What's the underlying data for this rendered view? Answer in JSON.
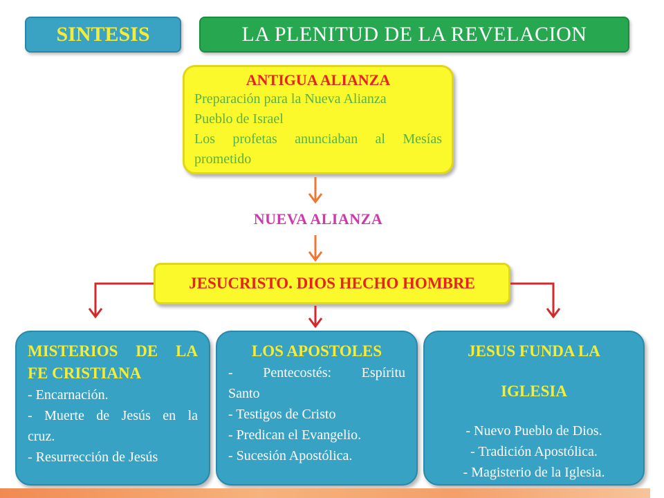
{
  "header": {
    "left_label": "SINTESIS",
    "title": "LA PLENITUD DE LA REVELACION"
  },
  "antigua_alianza": {
    "title": "ANTIGUA ALIANZA",
    "items": [
      "Preparación para la Nueva Alianza",
      "Pueblo de Israel",
      "Los profetas anunciaban al Mesías",
      "prometido"
    ]
  },
  "nueva_alianza": {
    "label": "NUEVA ALIANZA"
  },
  "jesucristo": {
    "label": "JESUCRISTO. DIOS HECHO HOMBRE"
  },
  "cards": [
    {
      "title_lines": [
        "MISTERIOS DE LA",
        "FE CRISTIANA"
      ],
      "items": [
        "- Encarnación.",
        "- Muerte de Jesús en la",
        "cruz.",
        "- Resurrección de Jesús"
      ]
    },
    {
      "title_lines": [
        "LOS APOSTOLES"
      ],
      "items": [
        "- Pentecostés: Espíritu",
        "Santo",
        "- Testigos de Cristo",
        "- Predican el Evangelio.",
        "- Sucesión Apostólica."
      ]
    },
    {
      "title_lines": [
        "JESUS FUNDA LA",
        "IGLESIA"
      ],
      "items": [
        "- Nuevo Pueblo de Dios.",
        "- Tradición Apostólica.",
        "- Magisterio de la Iglesia."
      ]
    }
  ],
  "colors": {
    "arrow_orange": "#ee7733",
    "arrow_red": "#d22a2a",
    "card_blue": "#38a2c4",
    "yellow_box": "#fbf82c",
    "header_green": "#27a850"
  }
}
